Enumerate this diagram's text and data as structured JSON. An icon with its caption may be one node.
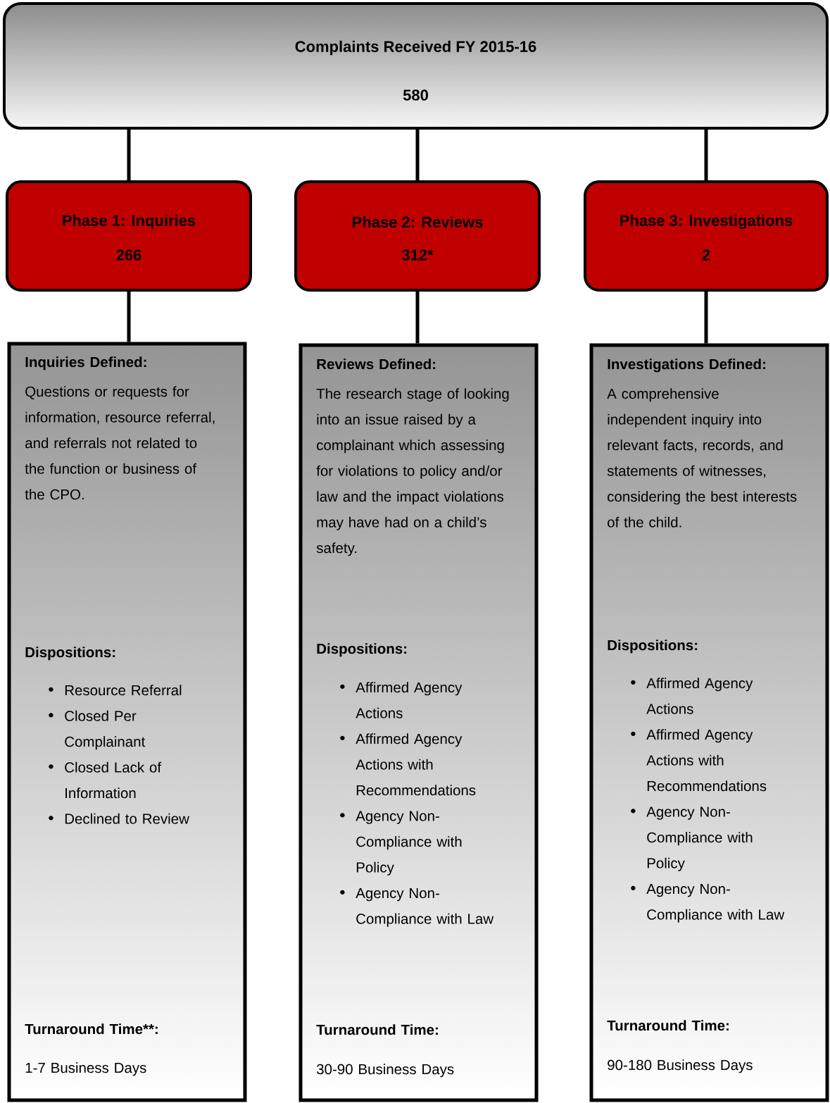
{
  "diagram": {
    "nodes": [
      {
        "text": [
          "Complaints Received FY 2015-16",
          "580"
        ]
      },
      {
        "text": [
          "Phase 1: Inquiries",
          "266"
        ]
      },
      {
        "text": [
          "Phase 2: Reviews",
          "312*"
        ]
      },
      {
        "text": [
          "Phase 3: Investigations",
          "2"
        ]
      },
      {
        "text": [
          "Inquiries Defined:",
          "Questions or requests for information, resource referral, and referrals not related to the function or business of the CPO.",
          "Dispositions:",
          "Resource Referral",
          "Closed Per Complainant",
          "Closed Lack of Information",
          "Declined to Review",
          "Turnaround Time**:",
          "1-7 Business Days"
        ]
      },
      {
        "text": [
          "Reviews Defined:",
          "The research stage of looking into an issue raised by a complainant which assessing for violations to policy and/or law and the impact violations may have had on a child’s safety.",
          "Dispositions:",
          "Affirmed Agency Actions",
          "Affirmed Agency Actions with Recommendations",
          "Agency Non-Compliance with Policy",
          "Agency Non-Compliance with Law",
          "Turnaround Time:",
          "30-90 Business Days"
        ]
      },
      {
        "text": [
          "Investigations Defined:",
          "A comprehensive independent inquiry into relevant facts, records, and statements of witnesses, considering the best interests of the child.",
          "Dispositions:",
          "Affirmed Agency Actions",
          "Affirmed Agency Actions with Recommendations",
          "Agency Non-Compliance with Policy",
          "Agency Non-Compliance with Law",
          "Turnaround Time:",
          "90-180 Business Days"
        ]
      }
    ],
    "edges": [
      {
        "from": 0,
        "to": 1,
        "arrow": "none"
      },
      {
        "from": 0,
        "to": 2,
        "arrow": "none"
      },
      {
        "from": 0,
        "to": 3,
        "arrow": "none"
      },
      {
        "from": 1,
        "to": 4,
        "arrow": "none"
      },
      {
        "from": 2,
        "to": 5,
        "arrow": "none"
      },
      {
        "from": 3,
        "to": 6,
        "arrow": "none"
      }
    ]
  }
}
